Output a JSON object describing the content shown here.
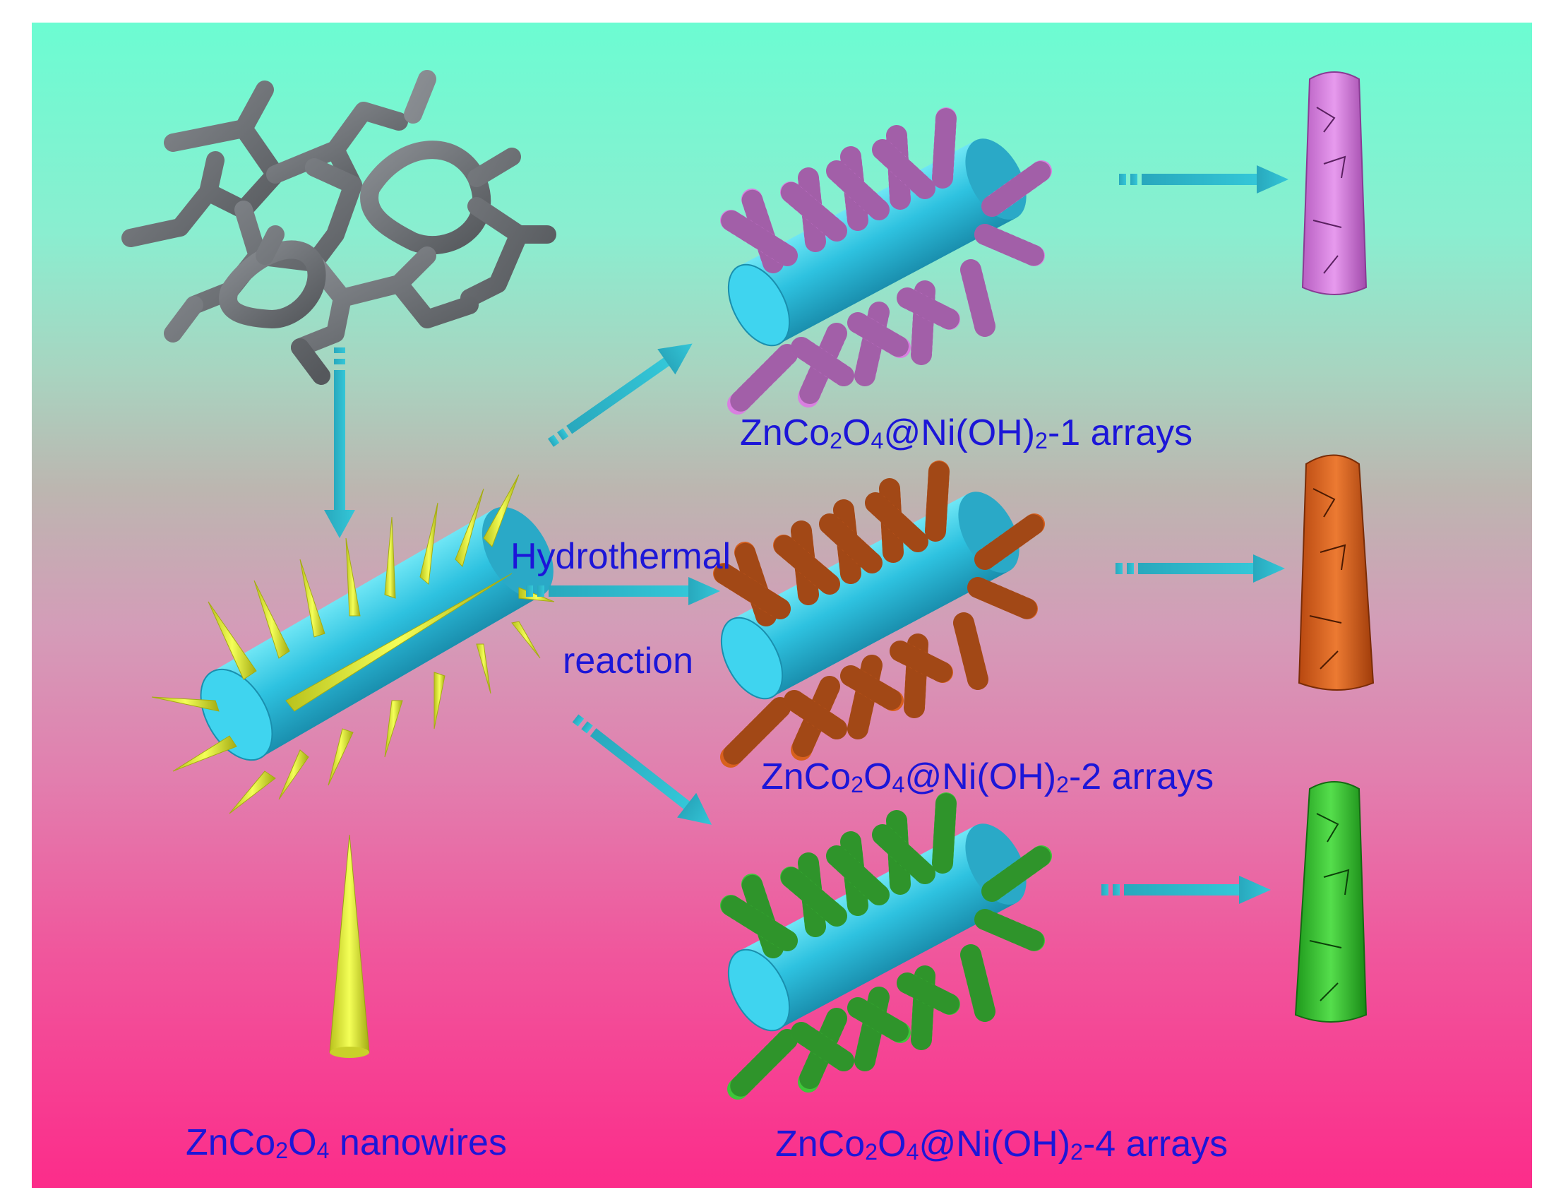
{
  "labels": {
    "hydrothermal": "Hydrothermal",
    "reaction": "reaction",
    "nanowires": {
      "base": "ZnCo",
      "s1": "2",
      "mid": "O",
      "s2": "4",
      "tail": " nanowires"
    },
    "array1": {
      "base": "ZnCo",
      "s1": "2",
      "mid": "O",
      "s2": "4",
      "mid2": "@Ni(OH)",
      "s3": "2",
      "tail": "-1 arrays"
    },
    "array2": {
      "base": "ZnCo",
      "s1": "2",
      "mid": "O",
      "s2": "4",
      "mid2": "@Ni(OH)",
      "s3": "2",
      "tail": "-2 arrays"
    },
    "array4": {
      "base": "ZnCo",
      "s1": "2",
      "mid": "O",
      "s2": "4",
      "mid2": "@Ni(OH)",
      "s3": "2",
      "tail": "-4 arrays"
    }
  },
  "colors": {
    "label_text": "#1c16d8",
    "cylinder": "#2ec2e0",
    "cylinder_cap": "#3fd4ef",
    "spike": "#e6f23a",
    "arrow": "#2bb7c9",
    "foam": "#6b6e72",
    "coating_1": "#d97fe0",
    "coating_2": "#d8601e",
    "coating_4": "#3fc63a"
  },
  "icons": [
    "nickel-foam-icon",
    "nanowire-cylinder-icon",
    "nanowire-cone-icon",
    "core-shell-array-icon",
    "core-shell-rod-icon",
    "process-arrow-icon"
  ]
}
